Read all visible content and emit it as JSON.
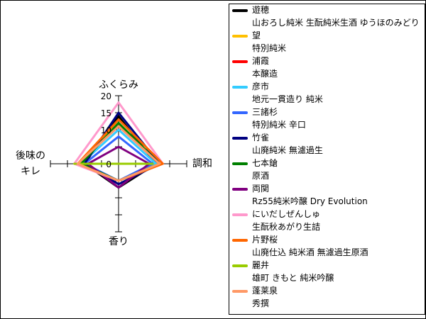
{
  "chart_data": {
    "type": "radar",
    "axes": [
      "ふくらみ",
      "調和",
      "香り",
      "後味のキレ"
    ],
    "axis_labels": {
      "top": "ふくらみ",
      "right": "調和",
      "bottom": "香り",
      "left_line1": "後味の",
      "left_line2": "キレ"
    },
    "ticks": [
      "0",
      "10",
      "15",
      "20"
    ],
    "range": [
      0,
      20
    ],
    "legend_placement": "right",
    "series": [
      {
        "name": "遊穂",
        "sub": "山おろし純米 生酛純米生酒 ゆうほのみどり",
        "color": "#000000",
        "values": [
          14,
          11,
          7,
          10
        ]
      },
      {
        "name": "望",
        "sub": "特別純米",
        "color": "#ffc000",
        "values": [
          12,
          12,
          5,
          12
        ]
      },
      {
        "name": "浦霞",
        "sub": "本醸造",
        "color": "#ff0000",
        "values": [
          11,
          12,
          5,
          12
        ]
      },
      {
        "name": "彦市",
        "sub": "地元一貫造り 純米",
        "color": "#33ccff",
        "values": [
          10,
          11,
          5,
          11
        ]
      },
      {
        "name": "三諸杉",
        "sub": "特別純米 辛口",
        "color": "#3366ff",
        "values": [
          8,
          10,
          5,
          10
        ]
      },
      {
        "name": "竹雀",
        "sub": "山廃純米 無濾過生",
        "color": "#000080",
        "values": [
          15,
          12,
          6,
          10
        ]
      },
      {
        "name": "七本鎗",
        "sub": "原酒",
        "color": "#008000",
        "values": [
          12,
          12,
          5,
          11
        ]
      },
      {
        "name": "両関",
        "sub": "Rz55純米吟醸 Dry Evolution",
        "color": "#800080",
        "values": [
          5,
          9,
          7,
          9
        ]
      },
      {
        "name": "にいだしぜんしゅ",
        "sub": "生酛秋あがり生詰",
        "color": "#ff99cc",
        "values": [
          18,
          13,
          5,
          13
        ]
      },
      {
        "name": "片野桜",
        "sub": "山廃仕込 純米酒 無濾過生原酒",
        "color": "#ff6600",
        "values": [
          13,
          13,
          5,
          12
        ]
      },
      {
        "name": "麗井",
        "sub": "雄町 きもと 純米吟醸",
        "color": "#99cc00",
        "values": [
          0,
          10,
          0,
          13
        ]
      },
      {
        "name": "蓬莱泉",
        "sub": "秀撰",
        "color": "#ff9966",
        "values": [
          11,
          12,
          5,
          12
        ]
      }
    ]
  }
}
